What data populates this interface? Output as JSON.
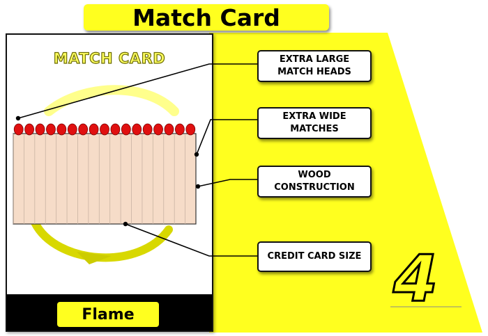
{
  "header": {
    "title": "Match Card"
  },
  "card": {
    "title": "MATCH CARD",
    "footer_label": "Flame"
  },
  "callouts": [
    {
      "line1": "EXTRA LARGE",
      "line2": "MATCH HEADS"
    },
    {
      "line1": "EXTRA WIDE",
      "line2": "MATCHES"
    },
    {
      "line1": "WOOD",
      "line2": "CONSTRUCTION"
    },
    {
      "line1": "CREDIT CARD SIZE",
      "line2": ""
    }
  ],
  "badge": {
    "number": "4"
  },
  "colors": {
    "accent": "#ffff1f",
    "match_head": "#e01010",
    "match_stick": "#f6dcc8"
  },
  "matches": {
    "count": 17
  }
}
